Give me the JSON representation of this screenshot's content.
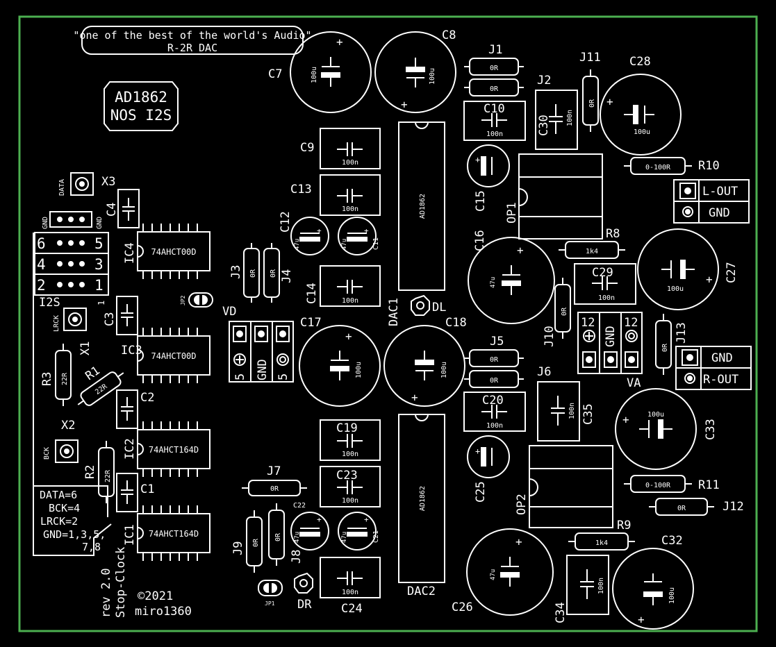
{
  "board": {
    "border_color": "#4caf50",
    "trace_color": "#ffffff",
    "background": "#000000"
  },
  "header": {
    "line1": "\"one of the best of the world's Audio\"",
    "line2": "R-2R DAC"
  },
  "badge": {
    "line1": "AD1862",
    "line2": "NOS I2S"
  },
  "footer": {
    "rev": "rev 2.0",
    "name": "Stop-Clock",
    "copyright": "©2021",
    "author": "miro1360"
  },
  "legend_box": {
    "lines": [
      "DATA=6",
      "BCK=4",
      "LRCK=2",
      "GND=1,3,5,",
      "7,8"
    ]
  },
  "i2s_header": {
    "label": "I2S",
    "gnd_left": "GND",
    "gnd_right": "GND",
    "pins": [
      "6",
      "5",
      "4",
      "3",
      "2",
      "1"
    ],
    "pin1_mark": "1"
  },
  "connectors": {
    "x3": {
      "ref": "X3",
      "label": "DATA"
    },
    "x1": {
      "ref": "X1",
      "label": "LRCK"
    },
    "x2": {
      "ref": "X2",
      "label": "BCK"
    }
  },
  "ics": {
    "ic4": {
      "ref": "IC4",
      "value": "74AHCT00D"
    },
    "ic3": {
      "ref": "IC3",
      "value": "74AHCT00D"
    },
    "ic2": {
      "ref": "IC2",
      "value": "74AHCT164D"
    },
    "ic1": {
      "ref": "IC1",
      "value": "74AHCT164D"
    },
    "dac1": {
      "ref": "DAC1",
      "value": "AD1862"
    },
    "dac2": {
      "ref": "DAC2",
      "value": "AD1862"
    },
    "op1": {
      "ref": "OP1"
    },
    "op2": {
      "ref": "OP2"
    }
  },
  "caps_small": {
    "c4": {
      "ref": "C4"
    },
    "c3": {
      "ref": "C3"
    },
    "c2": {
      "ref": "C2"
    },
    "c1": {
      "ref": "C1"
    },
    "c9": {
      "ref": "C9",
      "value": "100n"
    },
    "c13": {
      "ref": "C13",
      "value": "100n"
    },
    "c14": {
      "ref": "C14",
      "value": "100n"
    },
    "c19": {
      "ref": "C19",
      "value": "100n"
    },
    "c23": {
      "ref": "C23",
      "value": "100n"
    },
    "c24": {
      "ref": "C24",
      "value": "100n"
    },
    "c10": {
      "ref": "C10",
      "value": "100n"
    },
    "c20": {
      "ref": "C20",
      "value": "100n"
    },
    "c29": {
      "ref": "C29",
      "value": "100n"
    },
    "c30": {
      "ref": "C30",
      "value": "100n"
    },
    "c35": {
      "ref": "C35",
      "value": "100n"
    },
    "c34": {
      "ref": "C34",
      "value": "100n"
    }
  },
  "caps_elec": {
    "c7": {
      "ref": "C7",
      "value": "100u"
    },
    "c8": {
      "ref": "C8",
      "value": "100u"
    },
    "c17": {
      "ref": "C17",
      "value": "100u"
    },
    "c18": {
      "ref": "C18",
      "value": "100u"
    },
    "c28": {
      "ref": "C28",
      "value": "100u"
    },
    "c27": {
      "ref": "C27",
      "value": "100u"
    },
    "c33": {
      "ref": "C33",
      "value": "100u"
    },
    "c32": {
      "ref": "C32",
      "value": "100u"
    },
    "c16": {
      "ref": "C16",
      "value": "47u"
    },
    "c26": {
      "ref": "C26",
      "value": "47u"
    },
    "c12": {
      "ref": "C12",
      "value": "47u"
    },
    "c11": {
      "ref": "C11",
      "value": "47u"
    },
    "c22": {
      "ref": "C22",
      "value": "47u"
    },
    "c21": {
      "ref": "C21",
      "value": "47u"
    },
    "c15": {
      "ref": "C15"
    },
    "c25": {
      "ref": "C25"
    }
  },
  "resistors": {
    "j1": {
      "ref": "J1",
      "value": "0R"
    },
    "j2": {
      "ref": "J2",
      "value": "0R"
    },
    "j3": {
      "ref": "J3",
      "value": "0R"
    },
    "j4": {
      "ref": "J4",
      "value": "0R"
    },
    "j5": {
      "ref": "J5",
      "value": "0R"
    },
    "j6": {
      "ref": "J6",
      "value": "0R"
    },
    "j7": {
      "ref": "J7",
      "value": "0R"
    },
    "j8": {
      "ref": "J8",
      "value": "0R"
    },
    "j9": {
      "ref": "J9",
      "value": "0R"
    },
    "j10": {
      "ref": "J10",
      "value": "0R"
    },
    "j11": {
      "ref": "J11",
      "value": "0R"
    },
    "j12": {
      "ref": "J12",
      "value": "0R"
    },
    "j13": {
      "ref": "J13",
      "value": "0R"
    },
    "r1": {
      "ref": "R1",
      "value": "22R"
    },
    "r2": {
      "ref": "R2",
      "value": "22R"
    },
    "r3": {
      "ref": "R3",
      "value": "22R"
    },
    "r8": {
      "ref": "R8",
      "value": "1k4"
    },
    "r9": {
      "ref": "R9",
      "value": "1k4"
    },
    "r10": {
      "ref": "R10",
      "value": "0-100R"
    },
    "r11": {
      "ref": "R11",
      "value": "0-100R"
    }
  },
  "jumpers": {
    "jp1": "JP1",
    "jp2": "JP2",
    "dl": "DL",
    "dr": "DR"
  },
  "power": {
    "vd": {
      "ref": "VD",
      "pins": [
        "5",
        "GND",
        "5"
      ]
    },
    "va": {
      "ref": "VA",
      "pins": [
        "12",
        "GND",
        "12"
      ]
    }
  },
  "outputs": {
    "left": {
      "sig": "L-OUT",
      "gnd": "GND"
    },
    "right": {
      "sig": "R-OUT",
      "gnd": "GND"
    }
  }
}
